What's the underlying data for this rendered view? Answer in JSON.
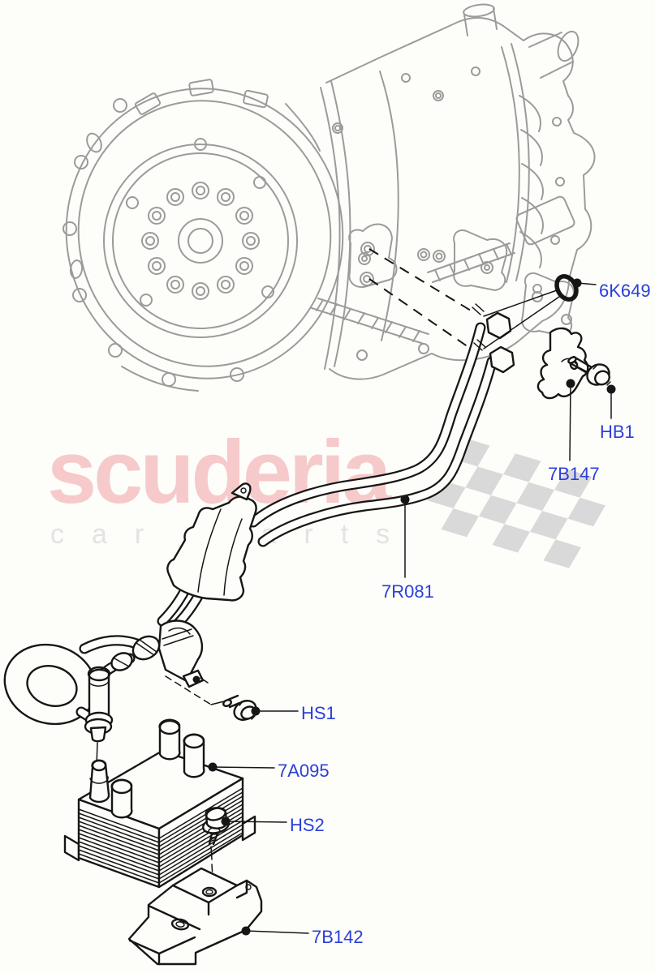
{
  "watermark": {
    "brand": "scuderia",
    "subtitle": "car parts",
    "brand_color": "#f6caca",
    "subtitle_color": "#e3e3e3",
    "checker_color": "#d9d9d9"
  },
  "diagram": {
    "line_color": "#161616",
    "machine_line_color": "#9b9b9b",
    "label_color": "#2b3fd9"
  },
  "parts": [
    {
      "code": "6K649",
      "name": "o-ring-seal"
    },
    {
      "code": "HB1",
      "name": "clip-bolt"
    },
    {
      "code": "7B147",
      "name": "retaining-clip"
    },
    {
      "code": "7R081",
      "name": "oil-cooler-tube"
    },
    {
      "code": "HS1",
      "name": "tube-screw"
    },
    {
      "code": "7A095",
      "name": "transmission-oil-cooler"
    },
    {
      "code": "HS2",
      "name": "cooler-screw"
    },
    {
      "code": "7B142",
      "name": "cooler-bracket"
    }
  ]
}
